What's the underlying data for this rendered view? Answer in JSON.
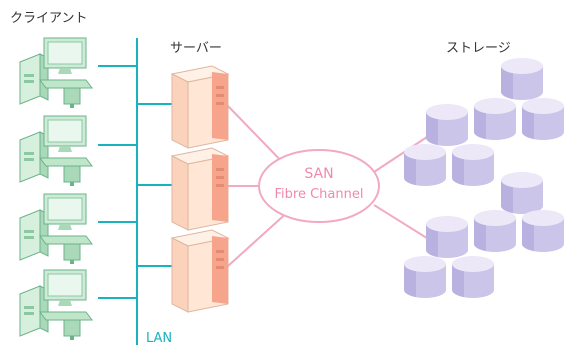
{
  "labels": {
    "clients": "クライアント",
    "servers": "サーバー",
    "storage": "ストレージ",
    "lan": "LAN",
    "san": "SAN",
    "fibre_channel": "Fibre Channel"
  },
  "colors": {
    "lan_line": "#19b3bf",
    "san_line": "#f2a9c2",
    "client_fill": "#bfe6c9",
    "client_stroke": "#6bb38a",
    "server_front": "#ffe3cf",
    "server_side": "#f6a58c",
    "storage_top": "#e1dbf3",
    "storage_body": "#c9c3e8",
    "san_text": "#f08aa8",
    "lan_text": "#19b3bf"
  },
  "icons": [
    "client-pc-icon",
    "server-tower-icon",
    "disk-cylinder-icon"
  ]
}
